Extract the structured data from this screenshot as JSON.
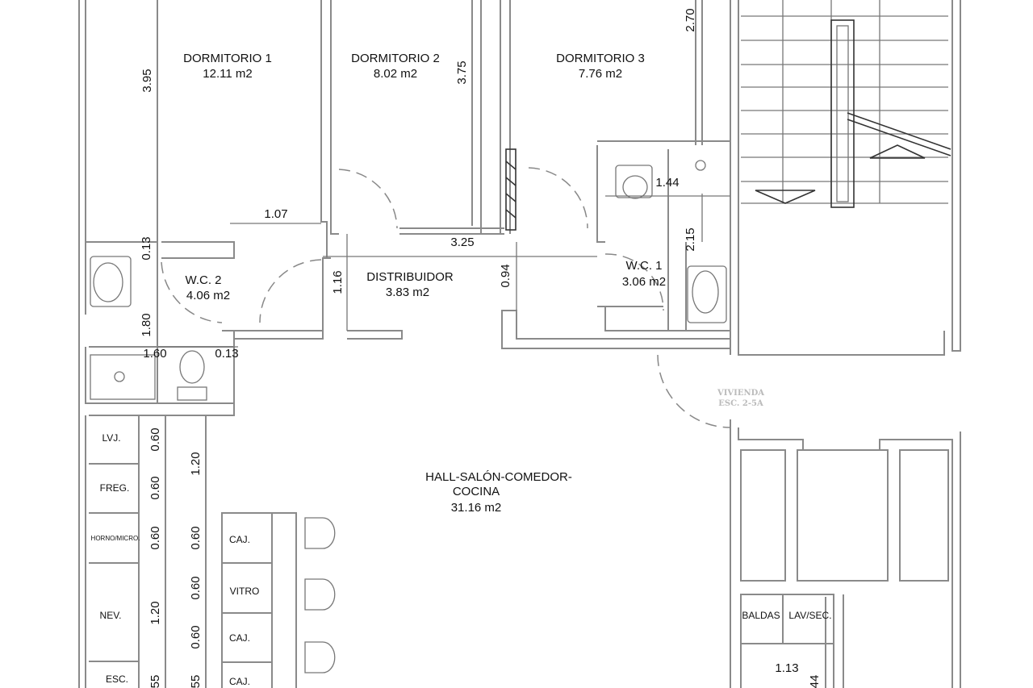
{
  "rooms": {
    "dorm1": {
      "name": "DORMITORIO 1",
      "area": "12.11 m2"
    },
    "dorm2": {
      "name": "DORMITORIO 2",
      "area": "8.02 m2"
    },
    "dorm3": {
      "name": "DORMITORIO 3",
      "area": "7.76 m2"
    },
    "wc2": {
      "name": "W.C. 2",
      "area": "4.06 m2"
    },
    "distribuidor": {
      "name": "DISTRIBUIDOR",
      "area": "3.83 m2"
    },
    "wc1": {
      "name": "W.C. 1",
      "area": "3.06 m2"
    },
    "hall": {
      "name1": "HALL-SALÓN-COMEDOR-",
      "name2": "COCINA",
      "area": "31.16 m2"
    }
  },
  "dimensions": {
    "d395": "3.95",
    "d375": "3.75",
    "d270": "2.70",
    "d107": "1.07",
    "d325": "3.25",
    "d144": "1.44",
    "d215": "2.15",
    "d013a": "0.13",
    "d116": "1.16",
    "d094": "0.94",
    "d180": "1.80",
    "d160": "1.60",
    "d013b": "0.13",
    "d113": "1.13",
    "d44": "44",
    "k1": [
      "0.60",
      "0.60",
      "0.60",
      "1.20",
      "55"
    ],
    "k2": [
      "1.20",
      "0.60",
      "0.60",
      "0.60",
      "55"
    ]
  },
  "kitchen": {
    "left": [
      "LVJ.",
      "FREG.",
      "HORNO/MICRO.",
      "NEV.",
      "ESC."
    ],
    "island": [
      "CAJ.",
      "VITRO",
      "CAJ.",
      "CAJ."
    ]
  },
  "laundry": {
    "baldas": "BALDAS",
    "lavsec": "LAV/SEC."
  },
  "neighbor": {
    "line1": "VIVIENDA",
    "line2": "ESC. 2-5A"
  }
}
